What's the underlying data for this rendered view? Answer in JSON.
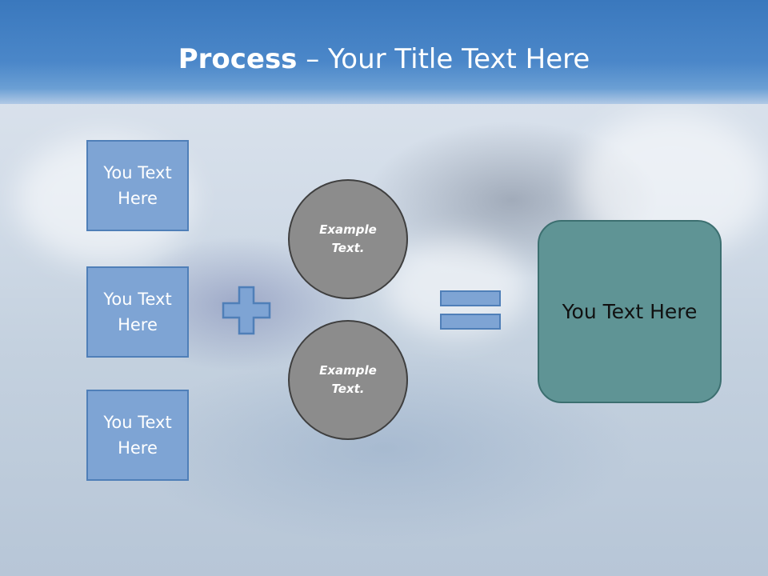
{
  "slide": {
    "title_bold": "Process",
    "title_rest": " – Your Title Text Here",
    "left_boxes": [
      {
        "label_line1": "You Text",
        "label_line2": "Here"
      },
      {
        "label_line1": "You Text",
        "label_line2": "Here"
      },
      {
        "label_line1": "You Text",
        "label_line2": "Here"
      }
    ],
    "circles": [
      {
        "line1": "Example",
        "line2": "Text."
      },
      {
        "line1": "Example",
        "line2": "Text."
      }
    ],
    "result_box": {
      "label": "You Text Here"
    },
    "icons": {
      "plus": "plus-icon",
      "equals": "equals-icon"
    },
    "colors": {
      "header": "#3a78bd",
      "box_fill": "#7ea4d4",
      "box_border": "#4f7fb8",
      "circle_fill": "#8c8c8c",
      "result_fill": "#5f9495"
    }
  }
}
